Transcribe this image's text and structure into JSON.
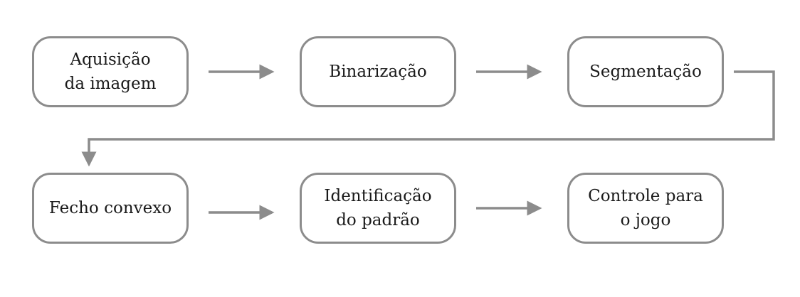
{
  "diagram": {
    "colors": {
      "stroke": "#8c8c8c",
      "text": "#1a1a1a",
      "background": "#ffffff"
    },
    "nodes": [
      {
        "id": "aquisicao",
        "lines": [
          "Aquisição",
          "da imagem"
        ]
      },
      {
        "id": "binarizacao",
        "lines": [
          "Binarização"
        ]
      },
      {
        "id": "segmentacao",
        "lines": [
          "Segmentação"
        ]
      },
      {
        "id": "fecho",
        "lines": [
          "Fecho convexo"
        ]
      },
      {
        "id": "identificacao",
        "lines": [
          "Identificação",
          "do padrão"
        ]
      },
      {
        "id": "controle",
        "lines": [
          "Controle para",
          "o jogo"
        ]
      }
    ],
    "edges": [
      {
        "from": "aquisicao",
        "to": "binarizacao"
      },
      {
        "from": "binarizacao",
        "to": "segmentacao"
      },
      {
        "from": "segmentacao",
        "to": "fecho"
      },
      {
        "from": "fecho",
        "to": "identificacao"
      },
      {
        "from": "identificacao",
        "to": "controle"
      }
    ]
  }
}
